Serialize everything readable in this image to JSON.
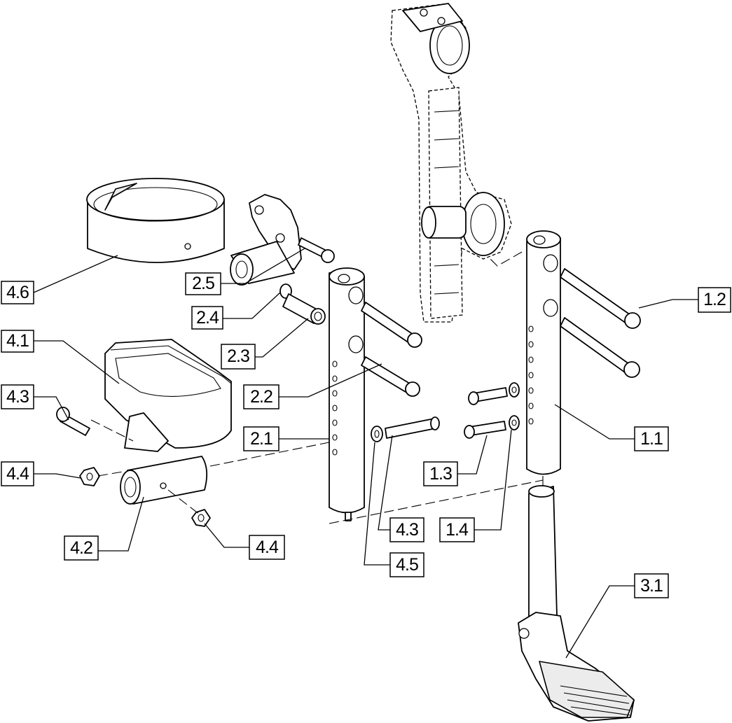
{
  "diagram": {
    "callouts": [
      {
        "id": "c46",
        "label": "4.6"
      },
      {
        "id": "c25",
        "label": "2.5"
      },
      {
        "id": "c24",
        "label": "2.4"
      },
      {
        "id": "c41",
        "label": "4.1"
      },
      {
        "id": "c23",
        "label": "2.3"
      },
      {
        "id": "c43a",
        "label": "4.3"
      },
      {
        "id": "c22",
        "label": "2.2"
      },
      {
        "id": "c21",
        "label": "2.1"
      },
      {
        "id": "c44a",
        "label": "4.4"
      },
      {
        "id": "c42",
        "label": "4.2"
      },
      {
        "id": "c44b",
        "label": "4.4"
      },
      {
        "id": "c43b",
        "label": "4.3"
      },
      {
        "id": "c45",
        "label": "4.5"
      },
      {
        "id": "c13",
        "label": "1.3"
      },
      {
        "id": "c14",
        "label": "1.4"
      },
      {
        "id": "c12",
        "label": "1.2"
      },
      {
        "id": "c11",
        "label": "1.1"
      },
      {
        "id": "c31",
        "label": "3.1"
      }
    ]
  }
}
